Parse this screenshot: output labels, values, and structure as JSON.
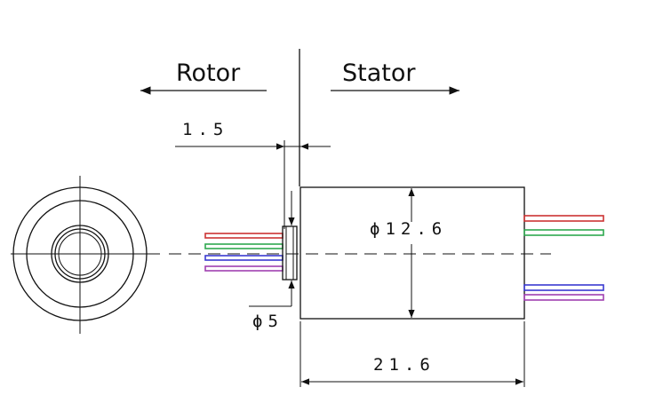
{
  "labels": {
    "rotor": "Rotor",
    "stator": "Stator"
  },
  "dimensions": {
    "shaft_offset": "1.5",
    "outer_diameter": "ϕ12.6",
    "shaft_diameter": "ϕ5",
    "body_length": "21.6"
  },
  "wire_colors": {
    "red": "#cc3333",
    "green": "#2fa84f",
    "blue": "#3a3ad0",
    "violet": "#a040b0"
  }
}
